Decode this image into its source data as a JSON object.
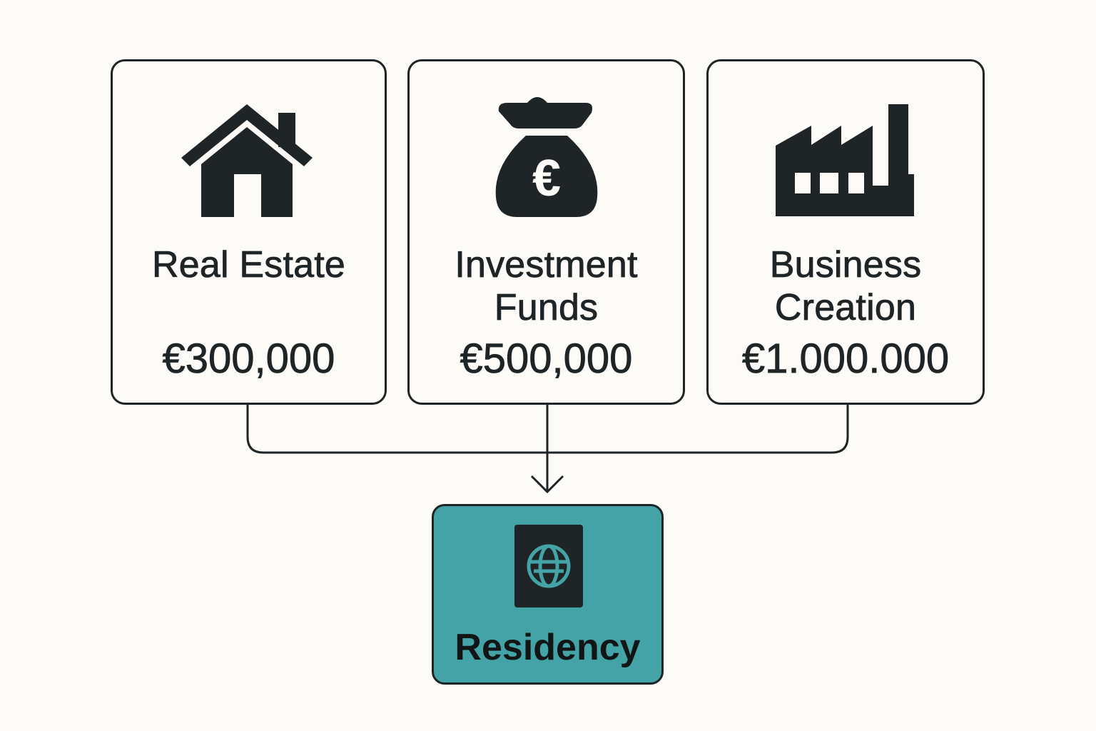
{
  "diagram": {
    "colors": {
      "background": "#fcfbf8",
      "ink": "#1f2426",
      "accent_teal": "#43a3a6"
    },
    "options": [
      {
        "id": "real-estate",
        "icon": "house-icon",
        "title_lines": [
          "Real Estate"
        ],
        "amount": "€300,000"
      },
      {
        "id": "investment-funds",
        "icon": "money-bag-euro-icon",
        "title_lines": [
          "Investment",
          "Funds"
        ],
        "amount": "€500,000"
      },
      {
        "id": "business-creation",
        "icon": "factory-icon",
        "title_lines": [
          "Business",
          "Creation"
        ],
        "amount": "€1.000.000"
      }
    ],
    "outcome": {
      "icon": "passport-globe-icon",
      "label": "Residency"
    }
  }
}
